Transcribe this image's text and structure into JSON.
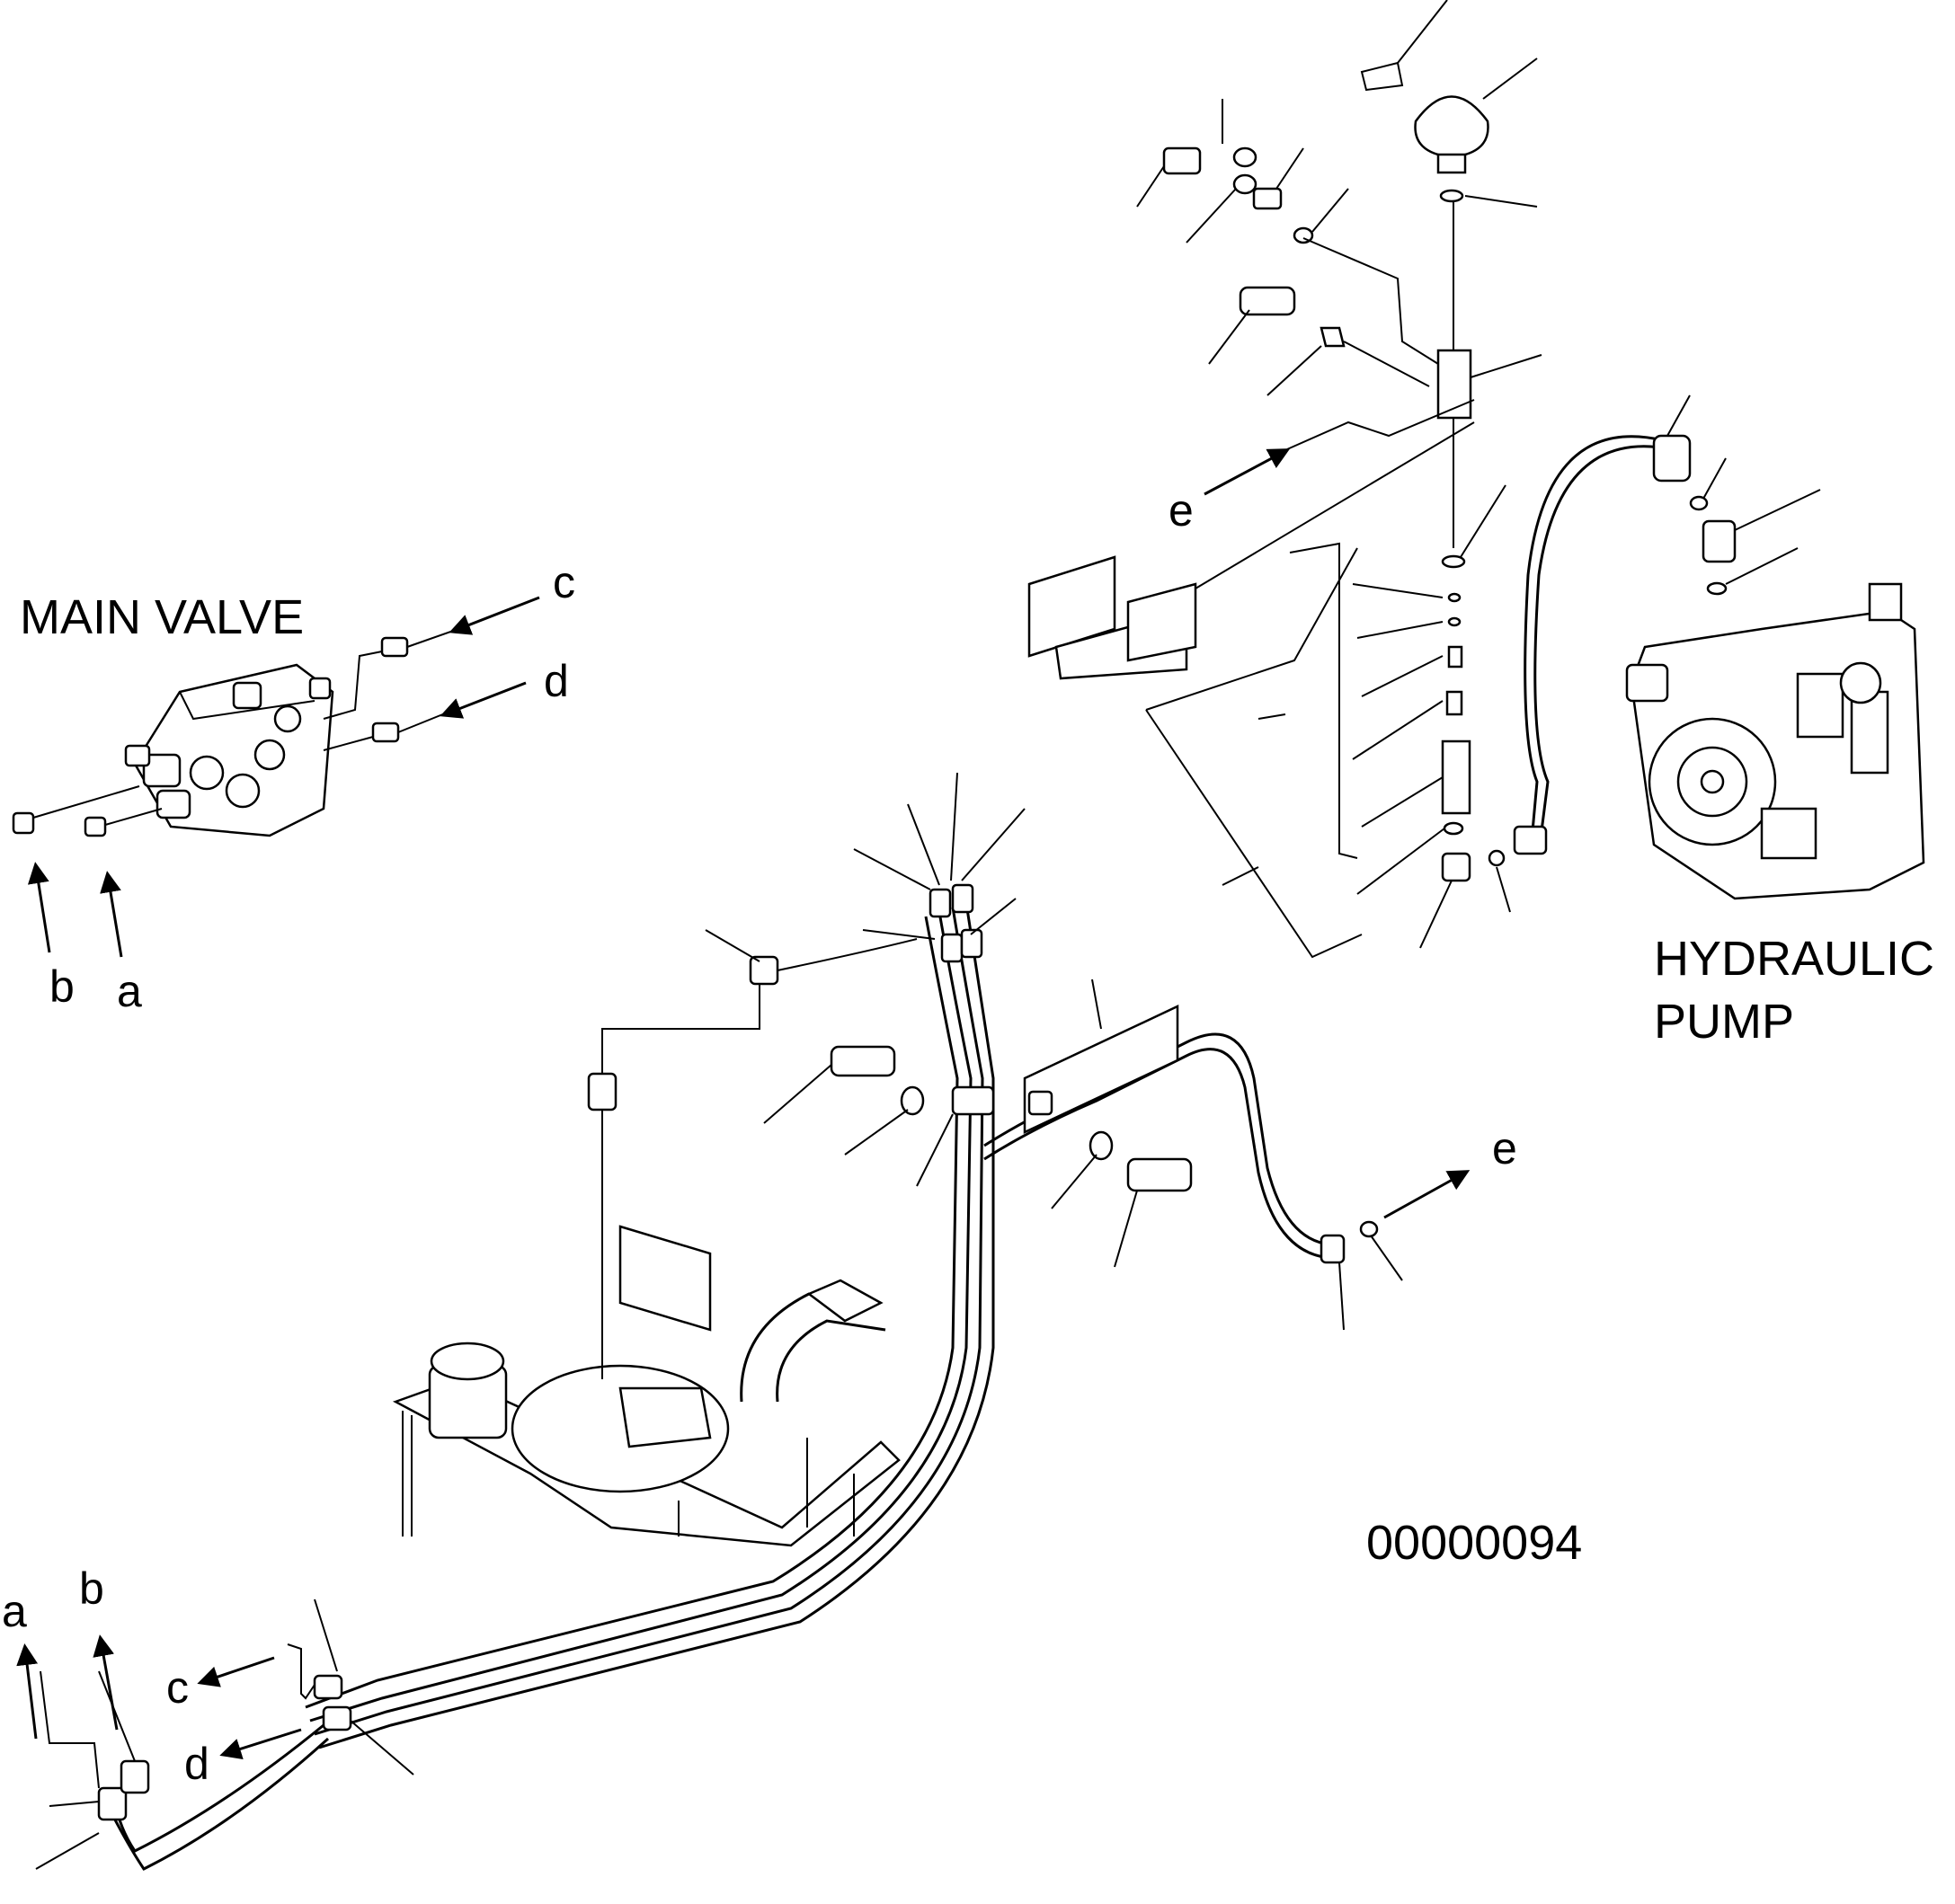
{
  "labels": {
    "main_valve": "MAIN VALVE",
    "hydraulic_pump_line1": "HYDRAULIC",
    "hydraulic_pump_line2": "PUMP",
    "drawing_number": "00000094"
  },
  "connection_letters": {
    "a": "a",
    "b": "b",
    "c": "c",
    "d": "d",
    "e": "e"
  }
}
